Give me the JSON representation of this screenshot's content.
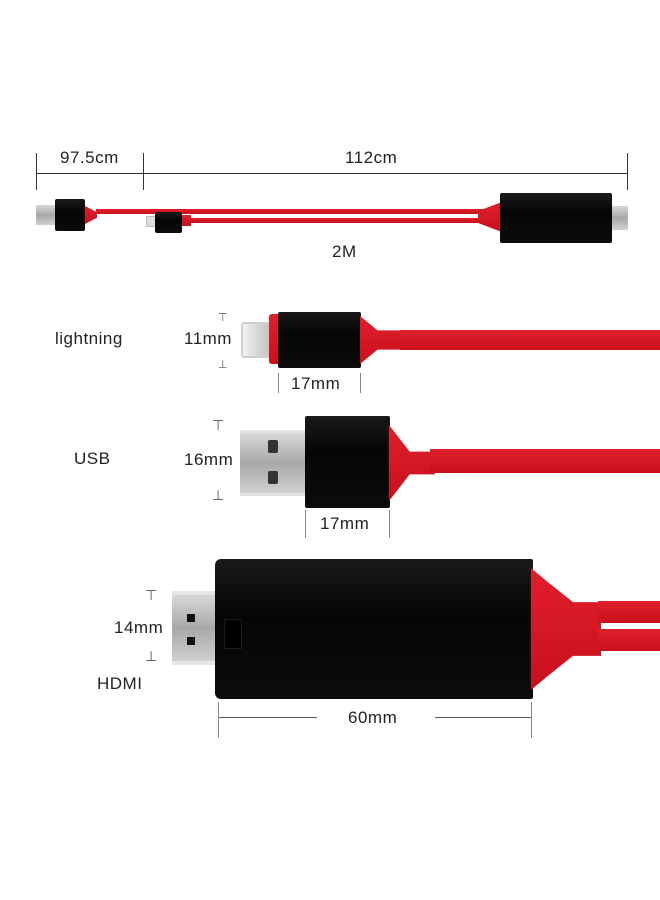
{
  "overview": {
    "dim_left": "97.5cm",
    "dim_right": "112cm",
    "total_length": "2M"
  },
  "lightning": {
    "name": "lightning",
    "height": "11mm",
    "width": "17mm"
  },
  "usb": {
    "name": "USB",
    "height": "16mm",
    "width": "17mm"
  },
  "hdmi": {
    "name": "HDMI",
    "height": "14mm",
    "width": "60mm"
  },
  "colors": {
    "cable_red": "#d41a24",
    "connector_black": "#0a0a0a",
    "metal": "#c0c0c0"
  }
}
